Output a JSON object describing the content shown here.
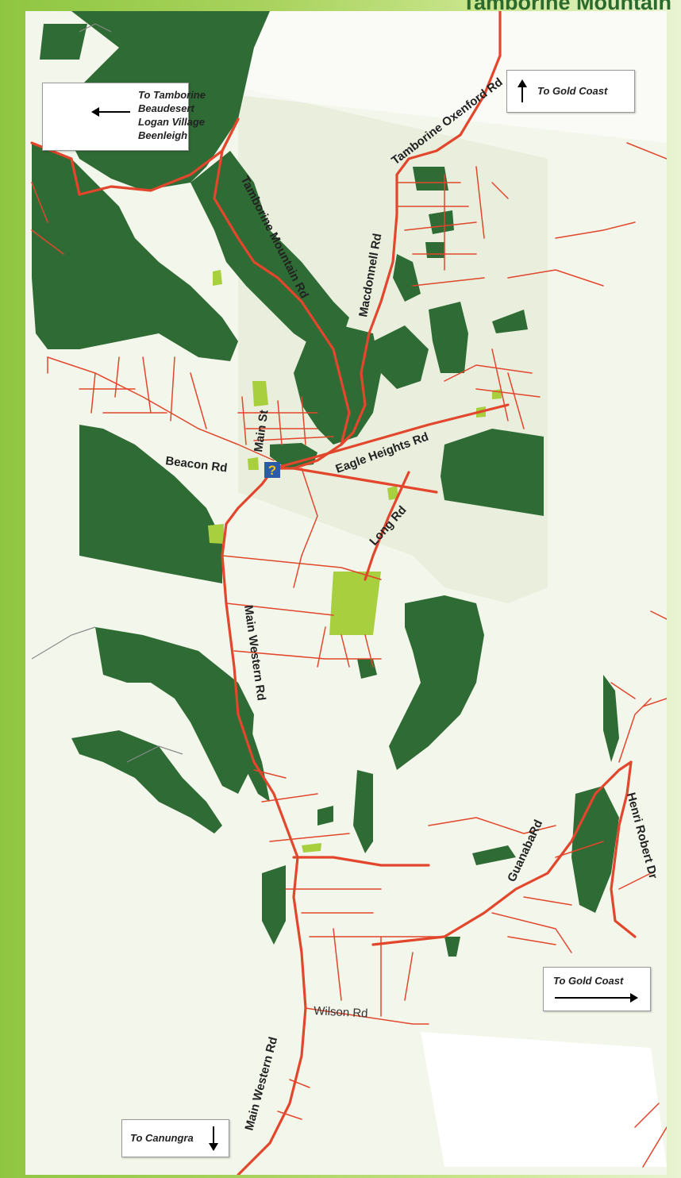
{
  "title": "Tamborine Mountain",
  "directions": {
    "west": {
      "lines": [
        "To Tamborine",
        "Beaudesert",
        "Logan Village",
        "Beenleigh"
      ],
      "arrow": "left-arrow"
    },
    "north": {
      "label": "To Gold Coast",
      "arrow": "up-arrow"
    },
    "east": {
      "label": "To Gold Coast",
      "arrow": "right-arrow"
    },
    "south": {
      "label": "To Canungra",
      "arrow": "down-arrow"
    }
  },
  "roads": {
    "tamborine_oxenford": "Tamborine Oxenford Rd",
    "tamborine_mountain": "Tamborine Mountain Rd",
    "macdonnell": "Macdonnell Rd",
    "main_st": "Main St",
    "beacon": "Beacon Rd",
    "eagle_heights": "Eagle Heights Rd",
    "long": "Long Rd",
    "main_western_north": "Main Western Rd",
    "main_western_south": "Main Western Rd",
    "guanaba": "GuanabaRd",
    "henri_robert": "Henri Robert Dr",
    "wilson": "Wilson Rd"
  },
  "info_marker": {
    "glyph": "?",
    "icon": "information-icon"
  },
  "colors": {
    "background_green": "#8fc641",
    "map_base": "#f3f6ea",
    "park_dark": "#2f6b34",
    "park_light": "#a8cf3e",
    "road": "#e2462c",
    "title": "#2b6a2c",
    "info_blue": "#2a5aa8",
    "info_yellow": "#f2c418"
  }
}
